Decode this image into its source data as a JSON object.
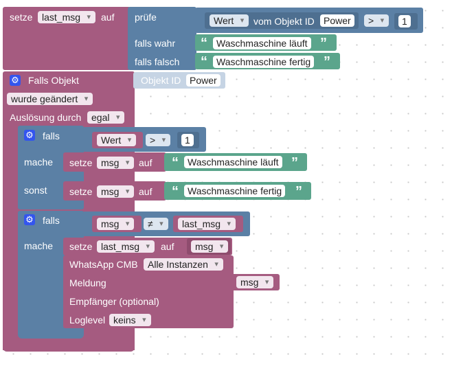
{
  "top_block": {
    "setze": "setze",
    "var_name": "last_msg",
    "auf": "auf",
    "pruefe": "prüfe",
    "wert": "Wert",
    "vom_objekt_id": "vom Objekt ID",
    "object_id": "Power",
    "operator": ">",
    "number": "1",
    "falls_wahr": "falls wahr",
    "falls_falsch": "falls falsch",
    "text_true": "Waschmaschine läuft",
    "text_false": "Waschmaschine fertig"
  },
  "trigger": {
    "title": "Falls Objekt",
    "objekt_id_label": "Objekt ID",
    "objekt_id_value": "Power",
    "changed": "wurde geändert",
    "ausloesung": "Auslösung durch",
    "ausloesung_value": "egal"
  },
  "if1": {
    "falls": "falls",
    "wert": "Wert",
    "operator": ">",
    "number": "1",
    "mache": "mache",
    "setze": "setze",
    "var": "msg",
    "auf": "auf",
    "text_true": "Waschmaschine läuft",
    "sonst": "sonst",
    "text_false": "Waschmaschine fertig"
  },
  "if2": {
    "falls": "falls",
    "left_var": "msg",
    "operator": "≠",
    "right_var": "last_msg",
    "mache": "mache",
    "setze": "setze",
    "set_var": "last_msg",
    "auf": "auf",
    "set_value": "msg"
  },
  "whatsapp": {
    "label": "WhatsApp CMB",
    "instance": "Alle Instanzen",
    "meldung": "Meldung",
    "meldung_value": "msg",
    "empfaenger": "Empfänger (optional)",
    "loglevel": "Loglevel",
    "loglevel_value": "keins"
  },
  "colors": {
    "variables": "#a55b80",
    "logic": "#5b80a5",
    "text": "#5ba58c",
    "event_icon": "#3355ee"
  }
}
